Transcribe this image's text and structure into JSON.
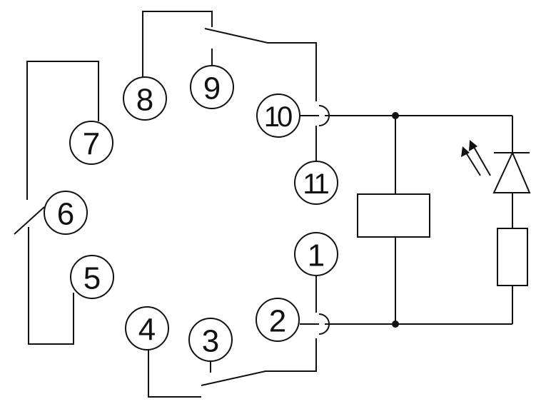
{
  "pins": [
    {
      "id": "pin-1",
      "label": "1"
    },
    {
      "id": "pin-2",
      "label": "2"
    },
    {
      "id": "pin-3",
      "label": "3"
    },
    {
      "id": "pin-4",
      "label": "4"
    },
    {
      "id": "pin-5",
      "label": "5"
    },
    {
      "id": "pin-6",
      "label": "6"
    },
    {
      "id": "pin-7",
      "label": "7"
    },
    {
      "id": "pin-8",
      "label": "8"
    },
    {
      "id": "pin-9",
      "label": "9"
    },
    {
      "id": "pin-10",
      "label": "10"
    },
    {
      "id": "pin-11",
      "label": "11"
    }
  ],
  "components": {
    "relay_coil": "relay-coil",
    "indicator": "led-with-light-arrows",
    "resistor": "series-resistor"
  },
  "colors": {
    "line": "#111111",
    "background": "#ffffff"
  }
}
